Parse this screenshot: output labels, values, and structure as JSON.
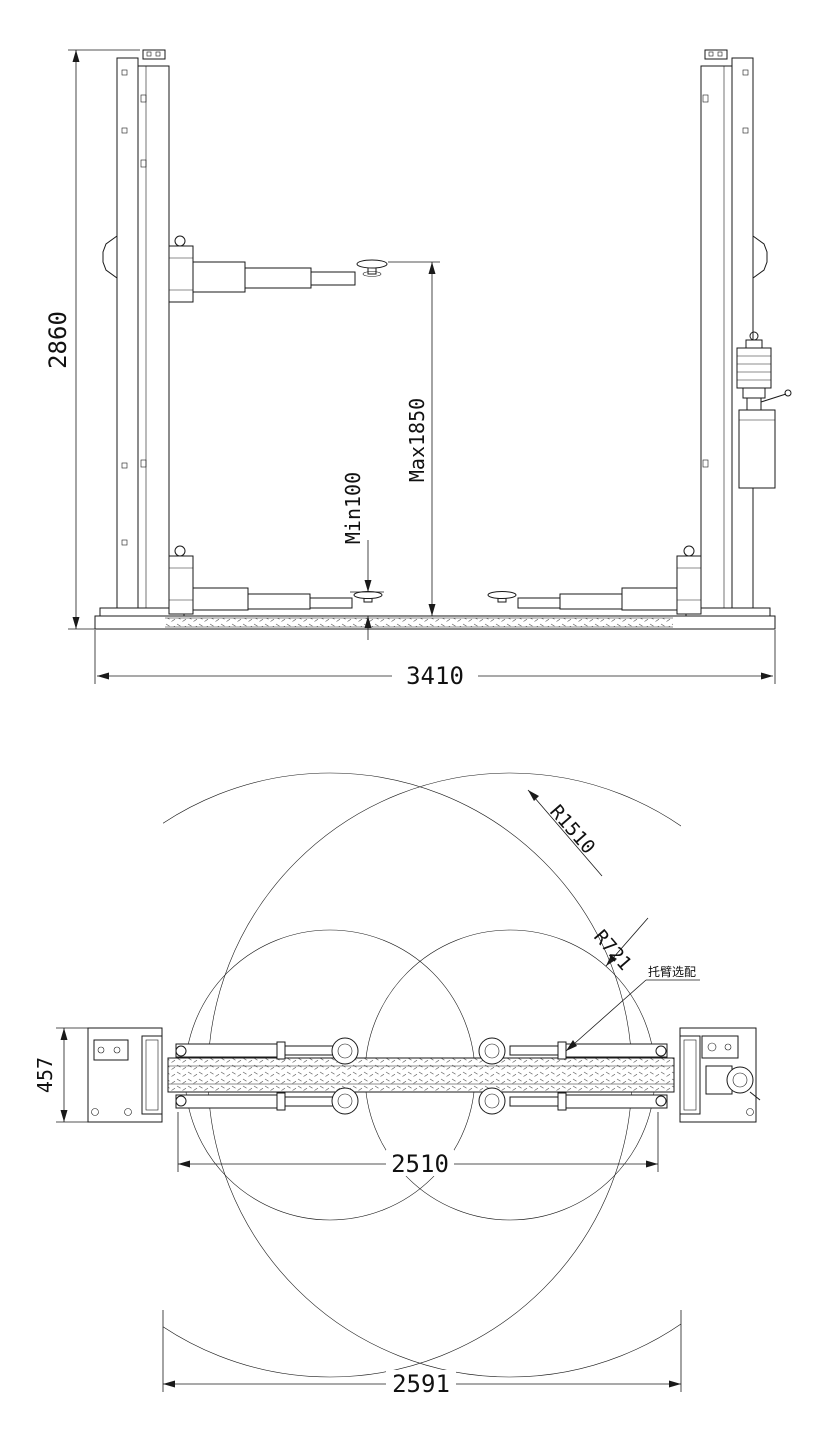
{
  "drawing": {
    "front_view": {
      "dim_overall_height": "2860",
      "dim_overall_width": "3410",
      "dim_max_lift_height": "Max1850",
      "dim_min_pad_height": "Min100"
    },
    "plan_view": {
      "dim_arm_reach_outer": "R1510",
      "dim_arm_reach_inner": "R721",
      "arm_option_note": "托臂选配",
      "dim_inner_span": "2510",
      "dim_overall_span": "2591",
      "dim_baseplate_depth": "457"
    },
    "colors": {
      "line": "#1a1a1a",
      "background": "#ffffff"
    }
  }
}
